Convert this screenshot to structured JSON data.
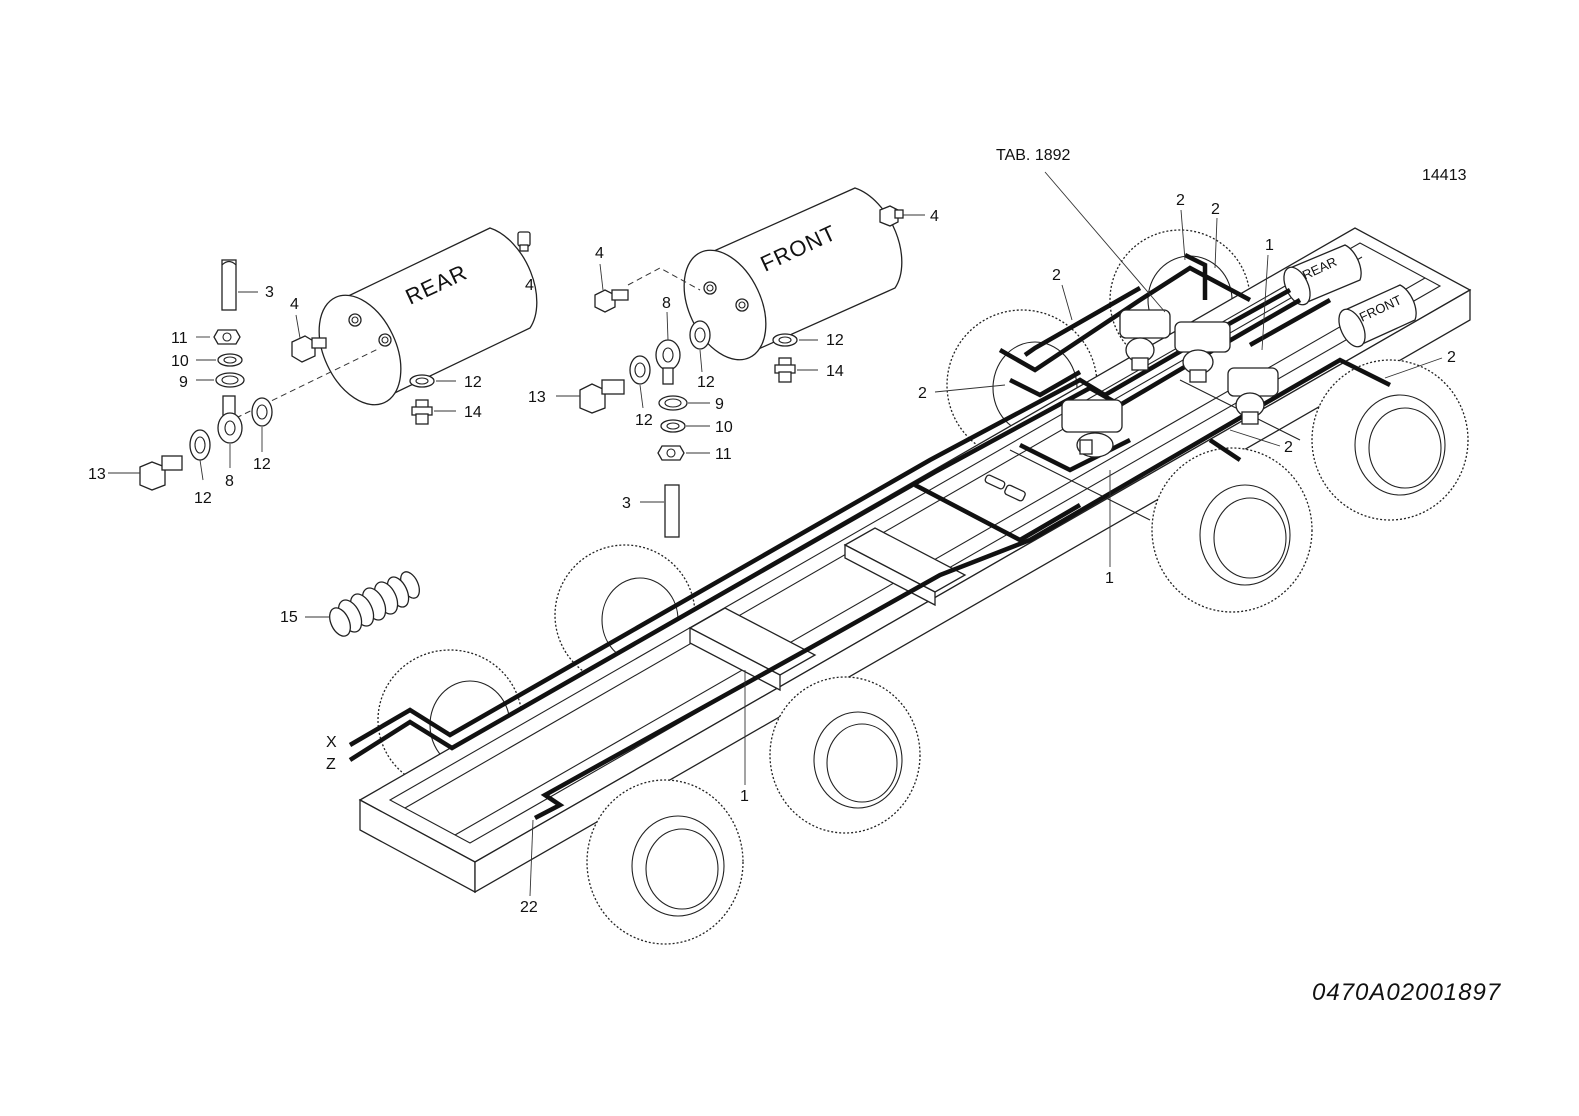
{
  "drawing": {
    "ref_code": "14413",
    "document_number": "0470A02001897",
    "table_ref": "TAB. 1892"
  },
  "tanks": {
    "rear_label": "REAR",
    "front_label": "FRONT"
  },
  "line_labels": {
    "x": "X",
    "z": "Z"
  },
  "callouts": [
    {
      "id": "c-3a",
      "text": "3"
    },
    {
      "id": "c-4a",
      "text": "4"
    },
    {
      "id": "c-4b",
      "text": "4"
    },
    {
      "id": "c-11a",
      "text": "11"
    },
    {
      "id": "c-10a",
      "text": "10"
    },
    {
      "id": "c-9a",
      "text": "9"
    },
    {
      "id": "c-13a",
      "text": "13"
    },
    {
      "id": "c-12a",
      "text": "12"
    },
    {
      "id": "c-8a",
      "text": "8"
    },
    {
      "id": "c-12b",
      "text": "12"
    },
    {
      "id": "c-12c",
      "text": "12"
    },
    {
      "id": "c-14a",
      "text": "14"
    },
    {
      "id": "c-4c",
      "text": "4"
    },
    {
      "id": "c-4d",
      "text": "4"
    },
    {
      "id": "c-8b",
      "text": "8"
    },
    {
      "id": "c-12d",
      "text": "12"
    },
    {
      "id": "c-12e",
      "text": "12"
    },
    {
      "id": "c-14b",
      "text": "14"
    },
    {
      "id": "c-13b",
      "text": "13"
    },
    {
      "id": "c-12f",
      "text": "12"
    },
    {
      "id": "c-9b",
      "text": "9"
    },
    {
      "id": "c-10b",
      "text": "10"
    },
    {
      "id": "c-11b",
      "text": "11"
    },
    {
      "id": "c-3b",
      "text": "3"
    },
    {
      "id": "c-15",
      "text": "15"
    },
    {
      "id": "c-2a",
      "text": "2"
    },
    {
      "id": "c-2b",
      "text": "2"
    },
    {
      "id": "c-2c",
      "text": "2"
    },
    {
      "id": "c-2d",
      "text": "2"
    },
    {
      "id": "c-2e",
      "text": "2"
    },
    {
      "id": "c-2f",
      "text": "2"
    },
    {
      "id": "c-1a",
      "text": "1"
    },
    {
      "id": "c-1b",
      "text": "1"
    },
    {
      "id": "c-1c",
      "text": "1"
    },
    {
      "id": "c-22",
      "text": "22"
    }
  ]
}
